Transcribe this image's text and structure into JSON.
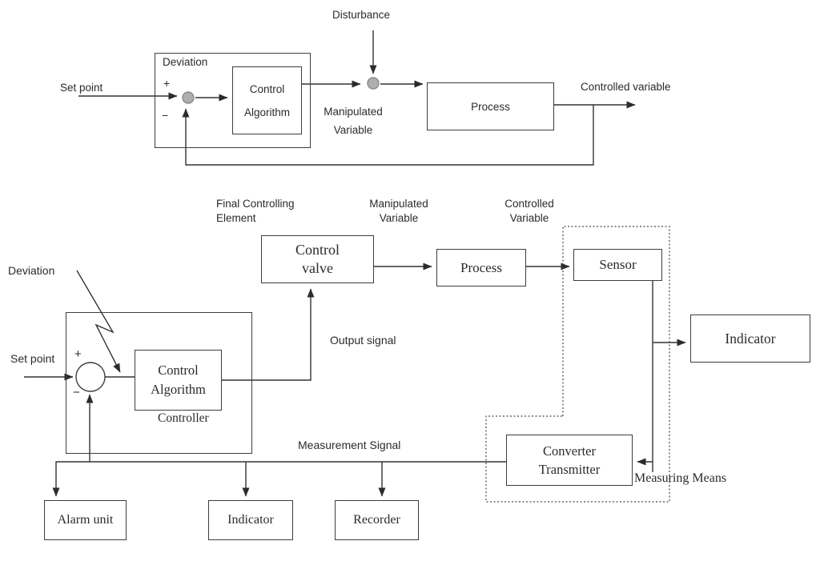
{
  "colors": {
    "line": "#333333",
    "box_border": "#3d3d3d",
    "junction_fill": "#aeaeae",
    "junction_stroke": "#8a8a8a",
    "background": "#ffffff"
  },
  "top_diagram": {
    "labels": {
      "set_point": "Set point",
      "deviation": "Deviation",
      "plus": "+",
      "minus": "−",
      "disturbance": "Disturbance",
      "manipulated_variable": "Manipulated\nVariable",
      "controlled_variable": "Controlled variable"
    },
    "nodes": {
      "control_algorithm": "Control\nAlgorithm",
      "process": "Process"
    }
  },
  "bottom_diagram": {
    "labels": {
      "final_controlling_element": "Final Controlling\nElement",
      "manipulated_variable": "Manipulated\nVariable",
      "controlled_variable": "Controlled\nVariable",
      "output_signal": "Output signal",
      "measurement_signal": "Measurement Signal",
      "measuring_means": "Measuring Means",
      "deviation": "Deviation",
      "set_point": "Set point",
      "plus": "+",
      "minus": "−",
      "controller": "Controller"
    },
    "nodes": {
      "control_valve": "Control\nvalve",
      "process": "Process",
      "sensor": "Sensor",
      "indicator_right": "Indicator",
      "converter_transmitter": "Converter\nTransmitter",
      "control_algorithm": "Control\nAlgorithm",
      "alarm_unit": "Alarm unit",
      "indicator": "Indicator",
      "recorder": "Recorder"
    }
  }
}
